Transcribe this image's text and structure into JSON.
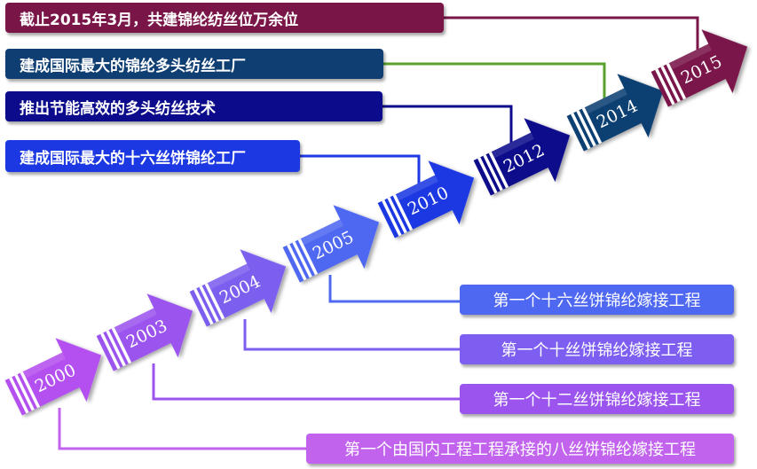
{
  "timeline": {
    "milestones": [
      {
        "year": "2000",
        "color": "#b450f0"
      },
      {
        "year": "2003",
        "color": "#9b54ee"
      },
      {
        "year": "2004",
        "color": "#7d5ef0"
      },
      {
        "year": "2005",
        "color": "#4f68f2"
      },
      {
        "year": "2010",
        "color": "#1c38e2"
      },
      {
        "year": "2012",
        "color": "#0b0b8c"
      },
      {
        "year": "2014",
        "color": "#0f3f72"
      },
      {
        "year": "2015",
        "color": "#7a1548"
      }
    ]
  },
  "top_labels": [
    {
      "text": "截止2015年3月，共建锦纶纺丝位万余位",
      "color": "#7a1548",
      "target_year": "2015"
    },
    {
      "text": "建成国际最大的锦纶多头纺丝工厂",
      "color": "#0f3f72",
      "target_year": "2014"
    },
    {
      "text": "推出节能高效的多头纺丝技术",
      "color": "#0b0b8c",
      "target_year": "2012"
    },
    {
      "text": "建成国际最大的十六丝饼锦纶工厂",
      "color": "#1c38e2",
      "target_year": "2010"
    }
  ],
  "bottom_labels": [
    {
      "text": "第一个十六丝饼锦纶嫁接工程",
      "color": "#4f68f2",
      "target_year": "2005"
    },
    {
      "text": "第一个十丝饼锦纶嫁接工程",
      "color": "#7d5ef0",
      "target_year": "2004"
    },
    {
      "text": "第一个十二丝饼锦纶嫁接工程",
      "color": "#9b54ee",
      "target_year": "2003"
    },
    {
      "text": "第一个由国内工程工程承接的八丝饼锦纶嫁接工程",
      "color": "#c263ee",
      "target_year": "2000"
    }
  ],
  "connectors": {
    "top": [
      "#7a1548",
      "#5aa02c",
      "#0b0b8c",
      "#1c38e2"
    ],
    "bottom": [
      "#4f68f2",
      "#7d5ef0",
      "#9b54ee",
      "#c263ee"
    ]
  }
}
